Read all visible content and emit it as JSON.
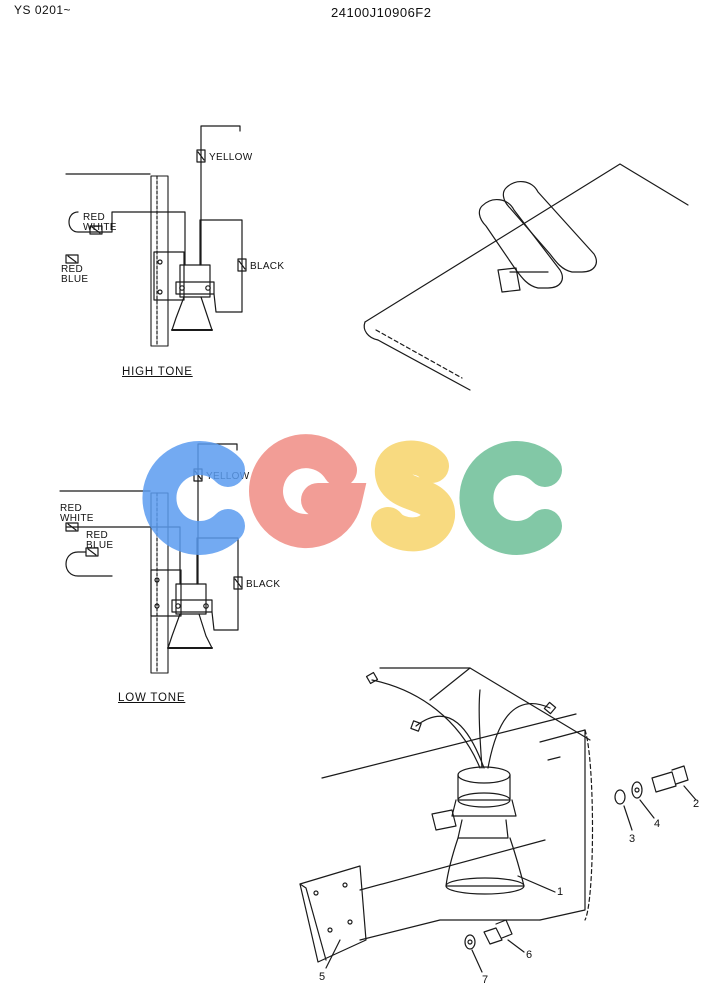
{
  "header": {
    "serial_range": "YS 0201~",
    "part_number": "24100J10906F2"
  },
  "high_tone": {
    "caption": "HIGH TONE",
    "wires": {
      "yellow": "YELLOW",
      "black": "BLACK",
      "red_white": [
        "RED",
        "WHITE"
      ],
      "red_blue": [
        "RED",
        "BLUE"
      ]
    }
  },
  "low_tone": {
    "caption": "LOW TONE",
    "wires": {
      "yellow": "YELLOW",
      "black": "BLACK",
      "red_white": [
        "RED",
        "WHITE"
      ],
      "red_blue": [
        "RED",
        "BLUE"
      ]
    }
  },
  "callouts": [
    "1",
    "2",
    "3",
    "4",
    "5",
    "6",
    "7"
  ],
  "watermark": {
    "letters": [
      "C",
      "G",
      "S",
      "C"
    ],
    "colors": [
      "#5b9cf0",
      "#f08c84",
      "#f7d46a",
      "#6dbf97"
    ]
  }
}
